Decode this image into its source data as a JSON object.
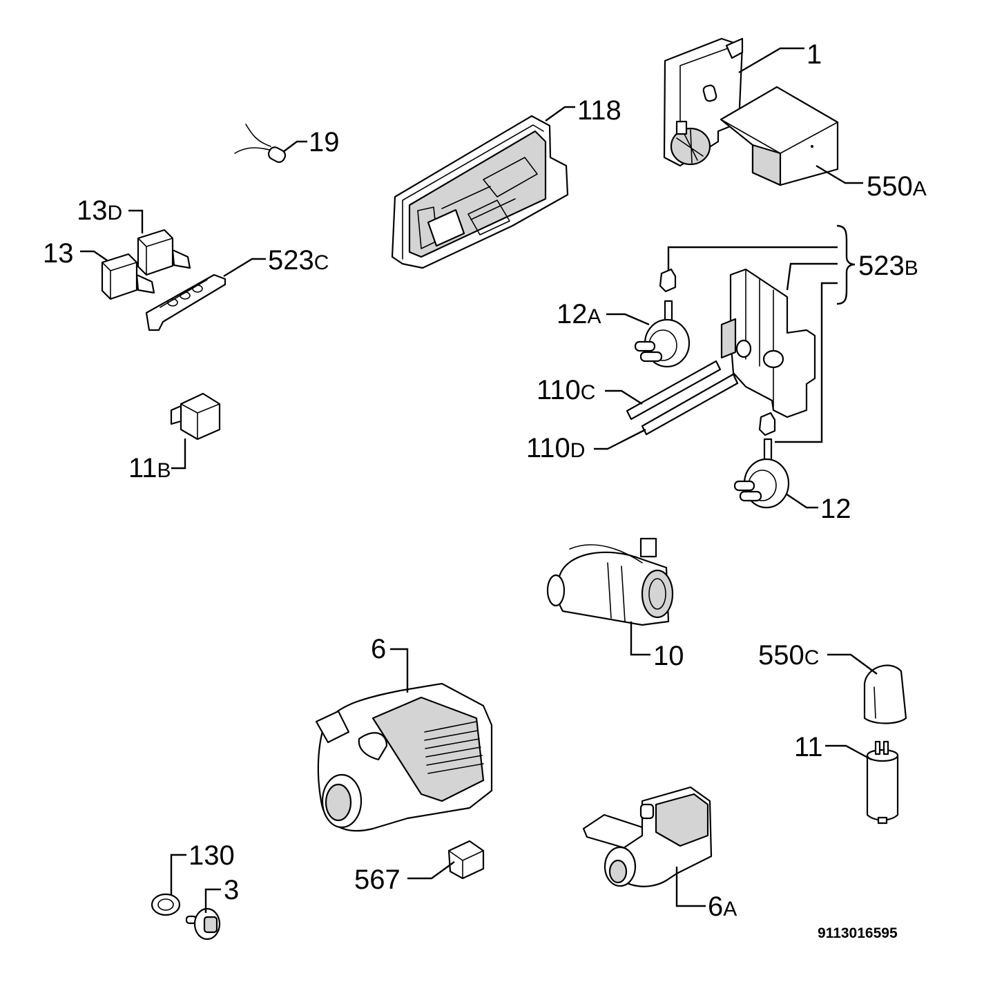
{
  "labels": {
    "p1": {
      "num": "1",
      "suf": ""
    },
    "p118": {
      "num": "118",
      "suf": ""
    },
    "p19": {
      "num": "19",
      "suf": ""
    },
    "p550a": {
      "num": "550",
      "suf": "A"
    },
    "p13d": {
      "num": "13",
      "suf": "D"
    },
    "p13": {
      "num": "13",
      "suf": ""
    },
    "p523c": {
      "num": "523",
      "suf": "C"
    },
    "p523b": {
      "num": "523",
      "suf": "B"
    },
    "p12a": {
      "num": "12",
      "suf": "A"
    },
    "p110c": {
      "num": "110",
      "suf": "C"
    },
    "p110d": {
      "num": "110",
      "suf": "D"
    },
    "p11b": {
      "num": "11",
      "suf": "B"
    },
    "p12": {
      "num": "12",
      "suf": ""
    },
    "p10": {
      "num": "10",
      "suf": ""
    },
    "p6": {
      "num": "6",
      "suf": ""
    },
    "p550c": {
      "num": "550",
      "suf": "C"
    },
    "p11": {
      "num": "11",
      "suf": ""
    },
    "p130": {
      "num": "130",
      "suf": ""
    },
    "p3": {
      "num": "3",
      "suf": ""
    },
    "p567": {
      "num": "567",
      "suf": ""
    },
    "p6a": {
      "num": "6",
      "suf": "A"
    }
  },
  "drawing_code": "9113016595"
}
